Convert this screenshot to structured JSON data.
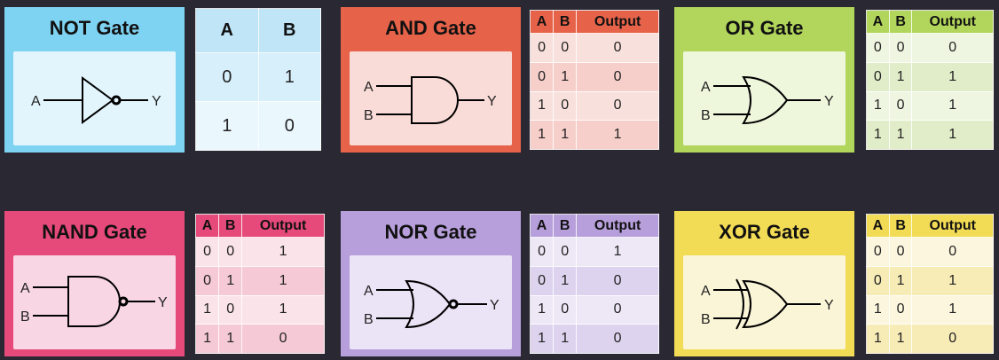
{
  "gates": {
    "not": {
      "title": "NOT Gate",
      "in_a": "A",
      "out": "Y",
      "headers": [
        "A",
        "B"
      ],
      "rows": [
        [
          "0",
          "1"
        ],
        [
          "1",
          "0"
        ]
      ]
    },
    "and": {
      "title": "AND Gate",
      "in_a": "A",
      "in_b": "B",
      "out": "Y",
      "headers": [
        "A",
        "B",
        "Output"
      ],
      "rows": [
        [
          "0",
          "0",
          "0"
        ],
        [
          "0",
          "1",
          "0"
        ],
        [
          "1",
          "0",
          "0"
        ],
        [
          "1",
          "1",
          "1"
        ]
      ]
    },
    "or": {
      "title": "OR Gate",
      "in_a": "A",
      "in_b": "B",
      "out": "Y",
      "headers": [
        "A",
        "B",
        "Output"
      ],
      "rows": [
        [
          "0",
          "0",
          "0"
        ],
        [
          "0",
          "1",
          "1"
        ],
        [
          "1",
          "0",
          "1"
        ],
        [
          "1",
          "1",
          "1"
        ]
      ]
    },
    "nand": {
      "title": "NAND Gate",
      "in_a": "A",
      "in_b": "B",
      "out": "Y",
      "headers": [
        "A",
        "B",
        "Output"
      ],
      "rows": [
        [
          "0",
          "0",
          "1"
        ],
        [
          "0",
          "1",
          "1"
        ],
        [
          "1",
          "0",
          "1"
        ],
        [
          "1",
          "1",
          "0"
        ]
      ]
    },
    "nor": {
      "title": "NOR Gate",
      "in_a": "A",
      "in_b": "B",
      "out": "Y",
      "headers": [
        "A",
        "B",
        "Output"
      ],
      "rows": [
        [
          "0",
          "0",
          "1"
        ],
        [
          "0",
          "1",
          "0"
        ],
        [
          "1",
          "0",
          "0"
        ],
        [
          "1",
          "1",
          "0"
        ]
      ]
    },
    "xor": {
      "title": "XOR Gate",
      "in_a": "A",
      "in_b": "B",
      "out": "Y",
      "headers": [
        "A",
        "B",
        "Output"
      ],
      "rows": [
        [
          "0",
          "0",
          "0"
        ],
        [
          "0",
          "1",
          "1"
        ],
        [
          "1",
          "0",
          "1"
        ],
        [
          "1",
          "1",
          "0"
        ]
      ]
    }
  },
  "colors": {
    "not": {
      "frame": "#7fd3f2",
      "inner": "#e2f5fd",
      "head": "#bfe5f6",
      "row_a": "#d7effb",
      "row_b": "#eaf7fd"
    },
    "and": {
      "frame": "#e6634a",
      "inner": "#f9dcd7",
      "head": "#e6634a",
      "row_a": "#f8e0dc",
      "row_b": "#f6cfcb"
    },
    "or": {
      "frame": "#b2d55b",
      "inner": "#eef6dc",
      "head": "#b2d55b",
      "row_a": "#eef5e0",
      "row_b": "#e1edc8"
    },
    "nand": {
      "frame": "#e64a7a",
      "inner": "#f8d6e3",
      "head": "#e64a7a",
      "row_a": "#fbe3ea",
      "row_b": "#f5c9d6"
    },
    "nor": {
      "frame": "#b79fdb",
      "inner": "#ebe3f6",
      "head": "#b79fdb",
      "row_a": "#ede7f6",
      "row_b": "#ddd3ee"
    },
    "xor": {
      "frame": "#f2db55",
      "inner": "#fbf5d8",
      "head": "#f2db55",
      "row_a": "#fcf6de",
      "row_b": "#f7ebb6"
    }
  }
}
